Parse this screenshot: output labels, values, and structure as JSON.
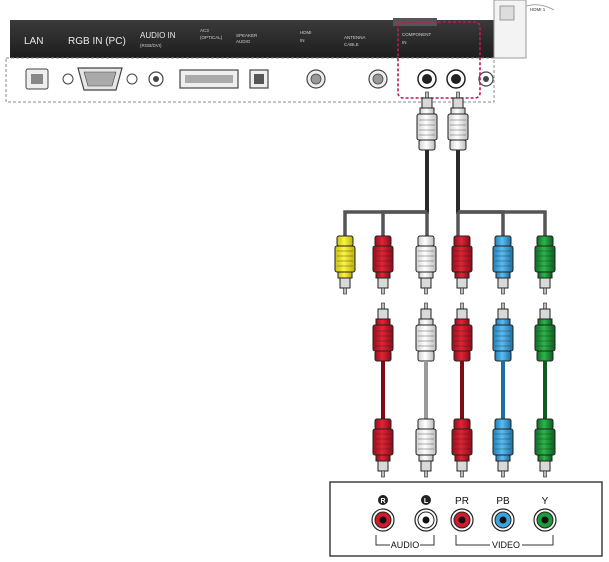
{
  "tv_panel": {
    "labels": {
      "lan": "LAN",
      "rgb_in_pc": "RGB IN (PC)",
      "audio_in_a": "AUDIO IN",
      "audio_in_b": "(RGB/DVI)",
      "ac_a": "AC3",
      "ac_b": "(OPTICAL)",
      "speaker_a": "SPEAKER",
      "speaker_b": "AUDIO",
      "hdmi_a": "HDMI",
      "hdmi_b": "IN",
      "extra_a": "ANTENNA",
      "extra_b": "CABLE",
      "component_a": "COMPONENT",
      "component_b": "IN",
      "hdmi_side": "HDMI 1"
    }
  },
  "device": {
    "labels": {
      "r": "R",
      "l": "L",
      "pr": "PR",
      "pb": "PB",
      "y": "Y",
      "audio": "AUDIO",
      "video": "VIDEO"
    }
  },
  "colors": {
    "red": "#d21a2b",
    "white": "#ffffff",
    "blue": "#3ba3de",
    "green": "#1f9a3a",
    "yellow": "#f3e91e",
    "panel_dark": "#2b2b2b",
    "highlight_dashed": "#c0185c"
  }
}
